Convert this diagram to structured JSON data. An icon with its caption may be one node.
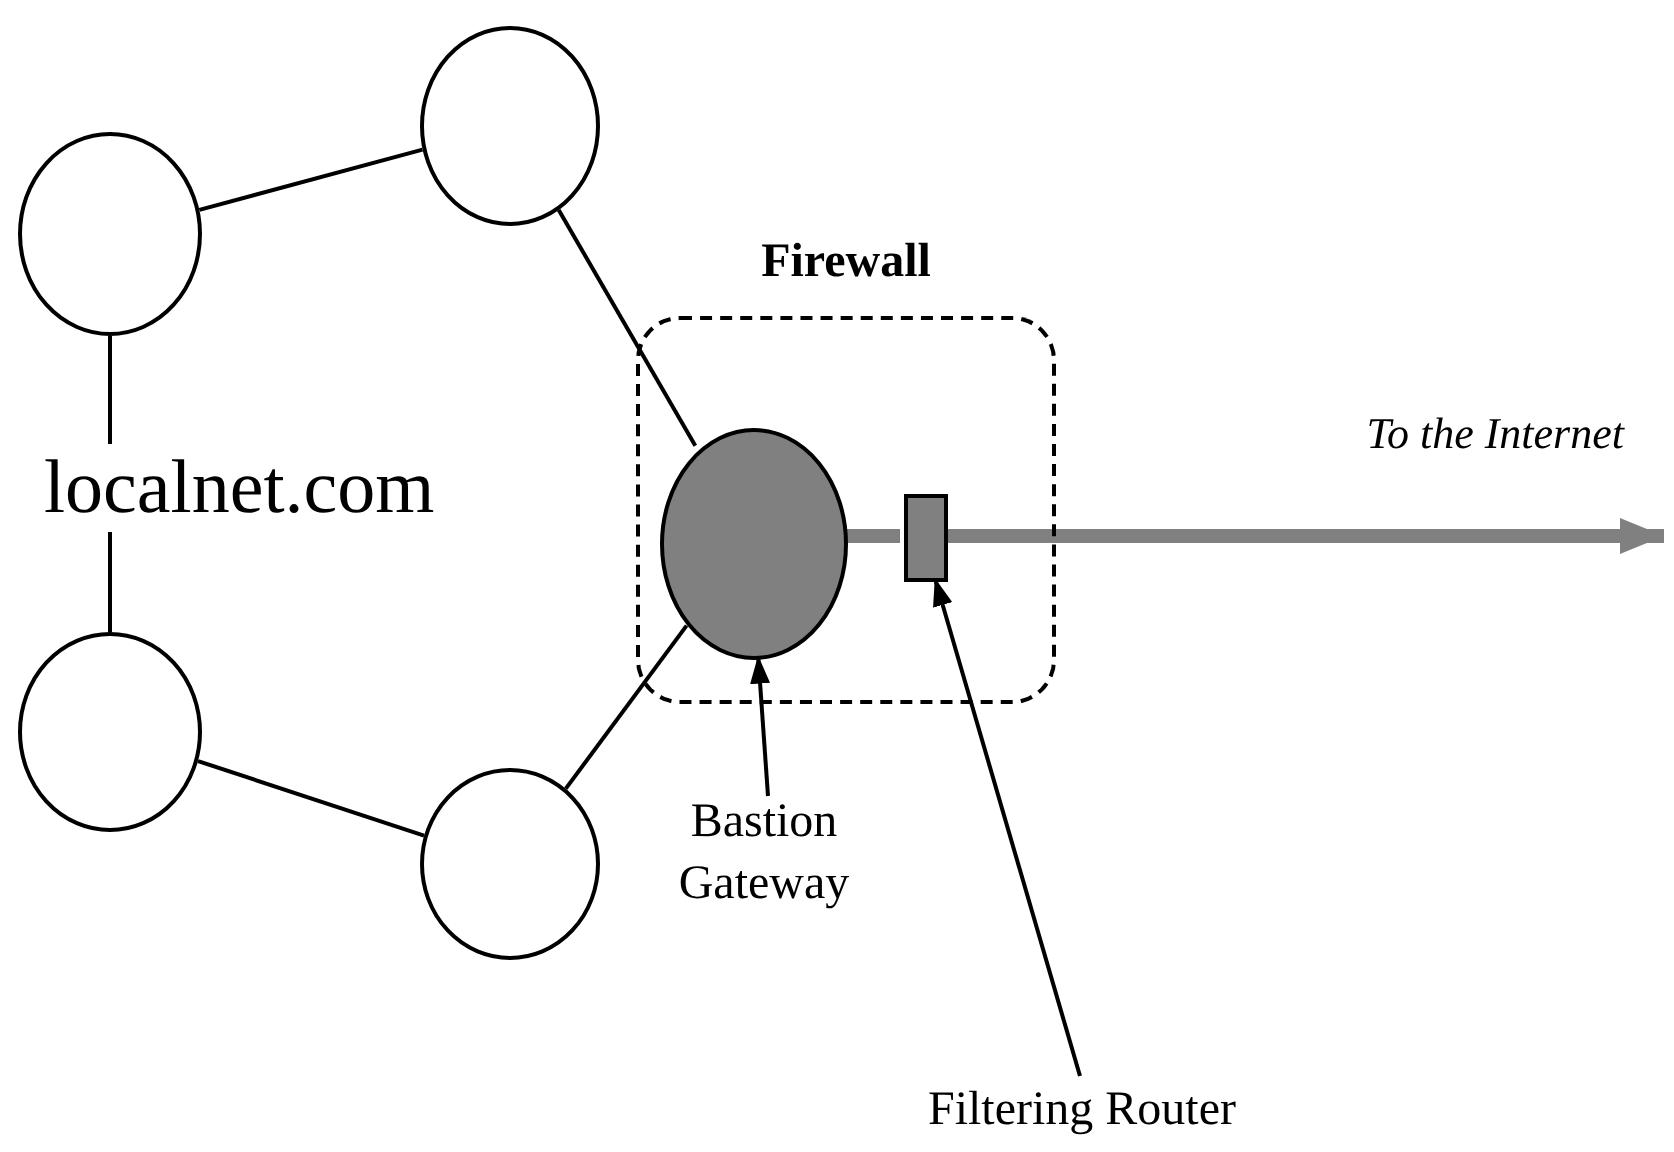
{
  "diagram": {
    "nodes": [
      {
        "text": [
          "Firewall"
        ]
      },
      {
        "text": [],
        "shape": "circle"
      },
      {
        "text": [],
        "shape": "circle"
      },
      {
        "text": [],
        "shape": "circle"
      },
      {
        "text": [],
        "shape": "circle"
      },
      {
        "text": [],
        "shape": "circle",
        "in": 0
      },
      {
        "text": [],
        "shape": "box",
        "in": 0
      },
      {
        "text": [
          "Bastion Gateway"
        ]
      },
      {
        "text": [
          "Filtering Router"
        ]
      }
    ],
    "edges": [
      {
        "from": 1,
        "to": 2,
        "arrow": "none"
      },
      {
        "from": 2,
        "to": 3,
        "arrow": "none"
      },
      {
        "from": 3,
        "to": 4,
        "arrow": "none"
      },
      {
        "from": 4,
        "to": 5,
        "arrow": "none"
      },
      {
        "from": 1,
        "to": 5,
        "arrow": "none"
      },
      {
        "from": 5,
        "to": 6,
        "arrow": "none",
        "style": "thick",
        "color": "#808080"
      },
      {
        "from": 6,
        "to": null,
        "arrow": "to",
        "label": "To the Internet",
        "style": "thick",
        "color": "#808080"
      },
      {
        "from": 7,
        "to": 5,
        "arrow": "to"
      },
      {
        "from": 8,
        "to": 6,
        "arrow": "to"
      }
    ],
    "labels": [
      "localnet.com"
    ]
  }
}
